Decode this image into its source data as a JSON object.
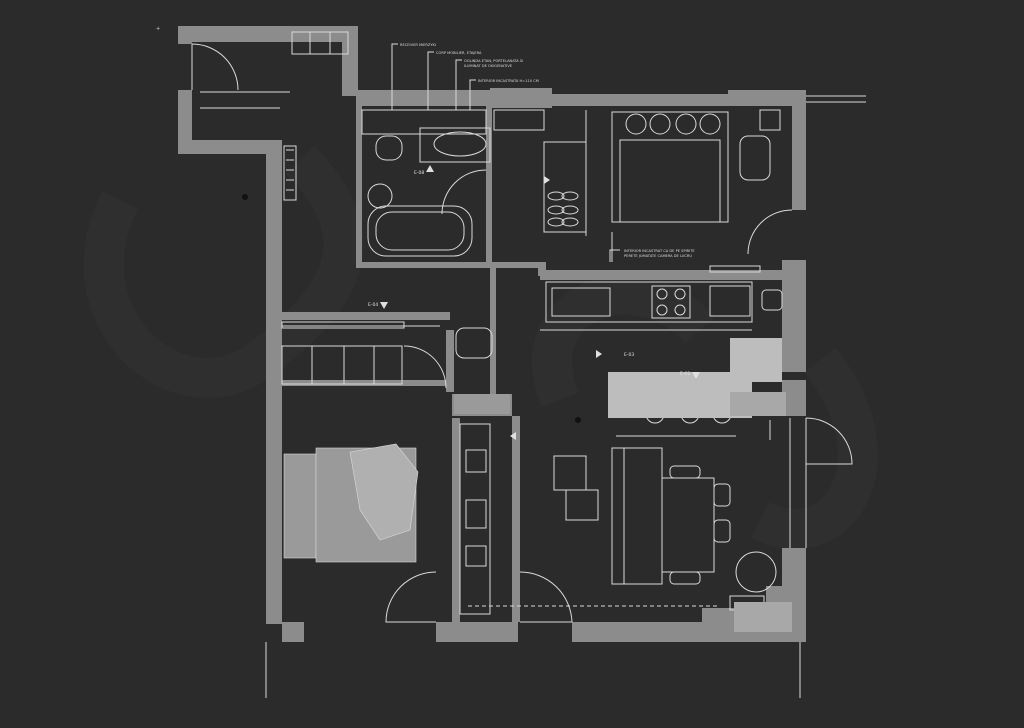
{
  "colors": {
    "background": "#2b2b2b",
    "wall": "#8c8c8c",
    "line": "#d9d9d9",
    "bed_fill": "#9a9a9a",
    "counter_fill": "#bdbdbd"
  },
  "annotations": {
    "top_note_1": "RECEIVER MIERZYKI",
    "top_note_2": "CORP MOBILIER, ETAJERA",
    "top_note_3": "OGLINDA ETAN, PORTELANATA SI",
    "top_note_4": "ILUMINAT DE OXIGENATIVE",
    "top_note_5": "INTERIOR INCASTRATA H=110 CM",
    "bath_tag": "E-08",
    "hall_tag": "E-04",
    "kitchen_tag": "E-03",
    "living_tag": "E-02",
    "bedroom_note_1": "INTERIOR INCASTRAT CA DE PE SPIRITE",
    "bedroom_note_2": "PERETE JUMATATE CAMERA DE LUCRU"
  }
}
